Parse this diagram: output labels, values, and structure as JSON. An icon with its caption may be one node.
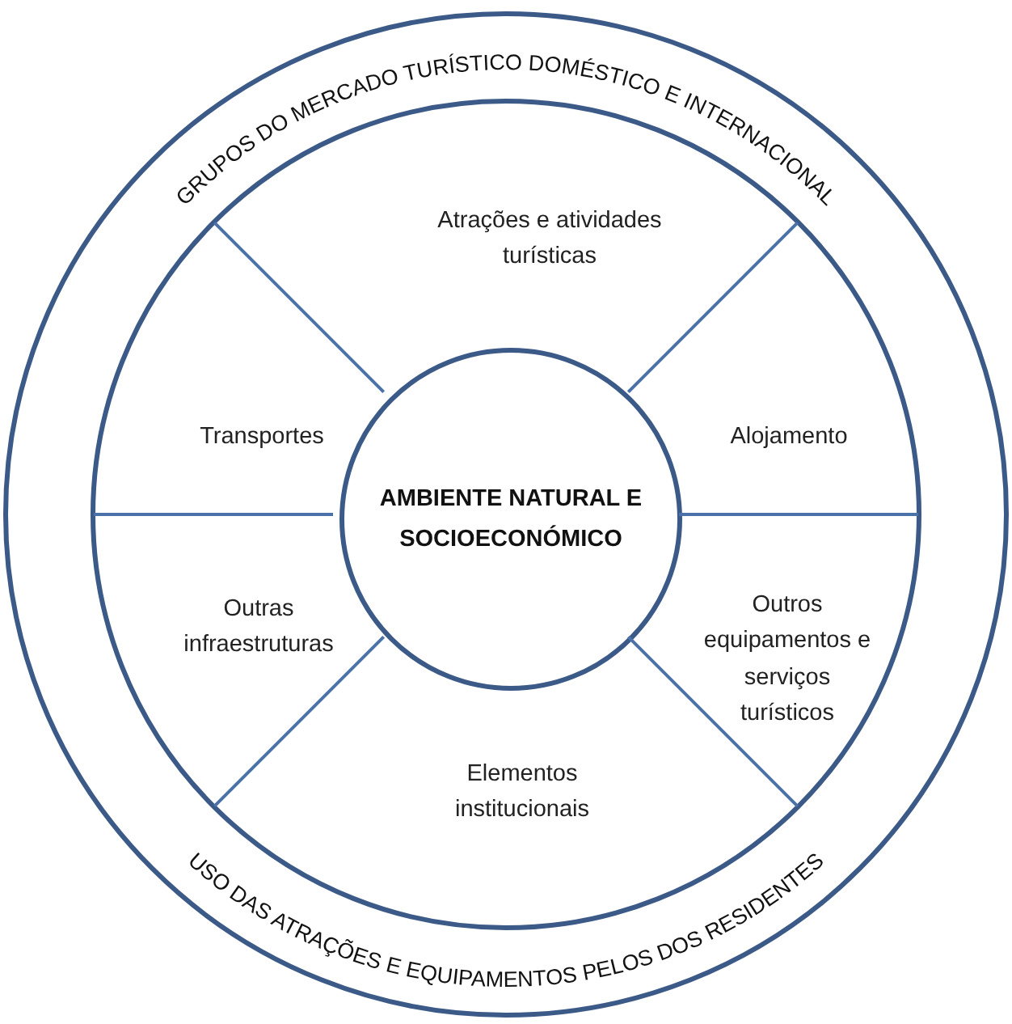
{
  "diagram": {
    "nodes": [
      {
        "text": [
          "GRUPOS DO MERCADO TURÍSTICO DOMÉSTICO E INTERNACIONAL",
          "USO DAS ATRAÇÕES E EQUIPAMENTOS PELOS DOS RESIDENTES"
        ]
      },
      {
        "text": [
          "AMBIENTE NATURAL E SOCIOECONÓMICO"
        ],
        "in": 0
      }
    ],
    "labels": [
      "Atrações e atividades turísticas",
      "Transportes",
      "Alojamento",
      "Outras infraestruturas",
      "Outros equipamentos e serviços turísticos",
      "Elementos institucionais"
    ]
  }
}
